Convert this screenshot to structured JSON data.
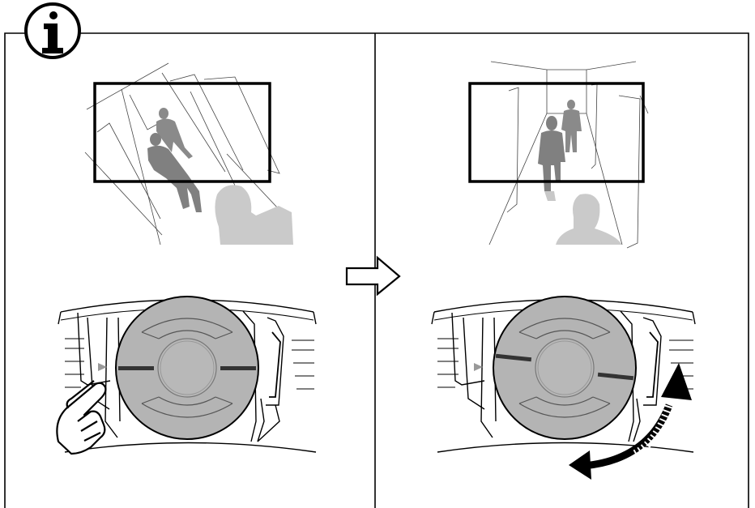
{
  "info_badge": {
    "icon": "info-icon",
    "glyph": "i"
  },
  "panels": [
    {
      "id": "before",
      "camera_view": "tilted",
      "action": "press-lens-icon"
    },
    {
      "id": "after",
      "camera_view": "level",
      "action": "rotate-lens-icon"
    }
  ],
  "transition": {
    "icon": "right-arrow-icon"
  },
  "colors": {
    "line": "#000000",
    "figure_dark": "#8a8a8a",
    "figure_light": "#c8c8c8",
    "lens_fill": "#b4b4b4"
  }
}
